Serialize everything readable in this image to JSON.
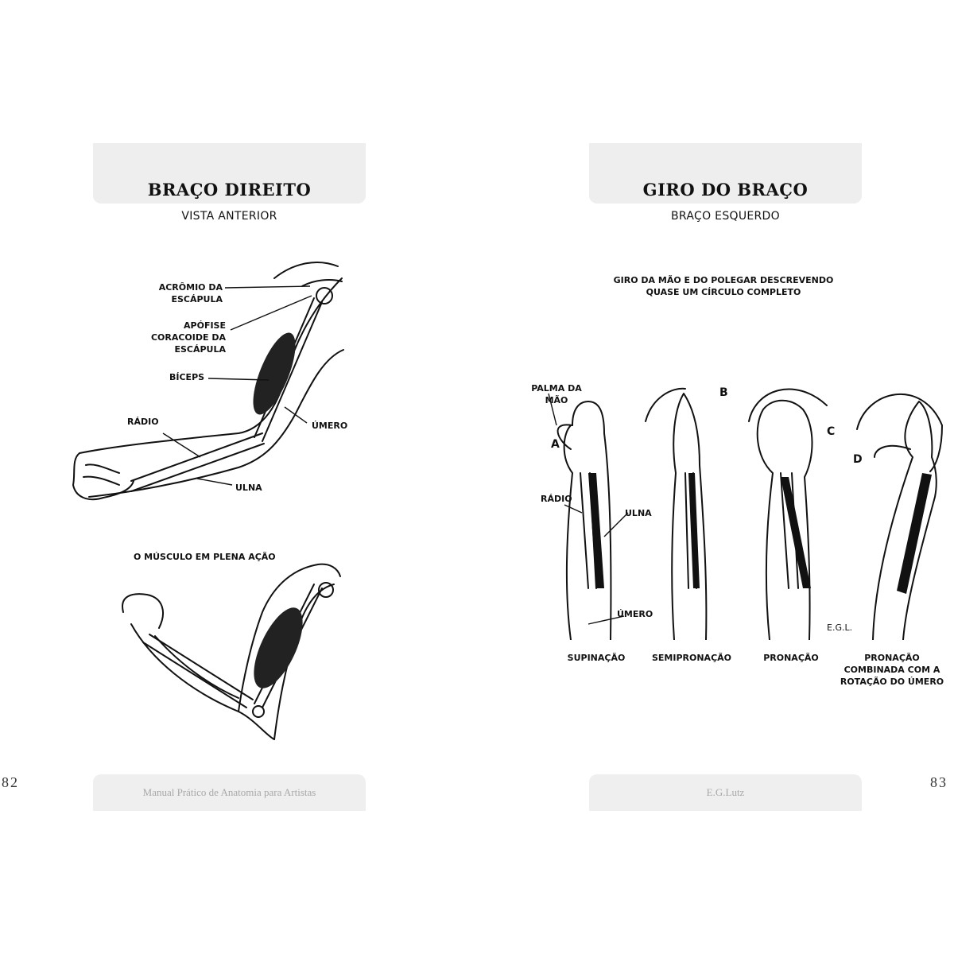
{
  "left_page": {
    "title": "BRAÇO DIREITO",
    "subtitle": "VISTA ANTERIOR",
    "labels": {
      "acromio": "ACRÔMIO DA\nESCÁPULA",
      "apofise": "APÓFISE\nCORACOIDE DA\nESCÁPULA",
      "biceps": "BÍCEPS",
      "radio": "RÁDIO",
      "umero": "ÚMERO",
      "ulna": "ULNA"
    },
    "caption_bottom": "O MÚSCULO EM PLENA AÇÃO",
    "footer": "Manual Prático de Anatomia para Artistas",
    "page_number": "82"
  },
  "right_page": {
    "title": "GIRO DO BRAÇO",
    "subtitle": "BRAÇO ESQUERDO",
    "description": "GIRO DA MÃO E DO POLEGAR DESCREVENDO\nQUASE UM CÍRCULO COMPLETO",
    "labels": {
      "palma": "PALMA DA\nMÃO",
      "radio": "RÁDIO",
      "ulna": "ULNA",
      "umero": "ÚMERO",
      "signature": "E.G.L."
    },
    "letters": [
      "A",
      "B",
      "C",
      "D"
    ],
    "captions": [
      "SUPINAÇÃO",
      "SEMIPRONAÇÃO",
      "PRONAÇÃO",
      "PRONAÇÃO\nCOMBINADA COM A\nROTAÇÃO DO ÚMERO"
    ],
    "footer": "E.G.Lutz",
    "page_number": "83"
  }
}
